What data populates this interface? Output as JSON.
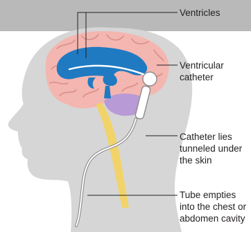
{
  "labels": {
    "ventricles": "Ventricles",
    "ventricular_catheter": "Ventricular\ncatheter",
    "catheter_tunneled": "Catheter lies\ntunneled under\nthe skin",
    "tube_empties": "Tube empties\ninto the chest or\nabdomen cavity"
  },
  "colors": {
    "head_silhouette": "#d6d6d6",
    "top_band": "#b9b9b9",
    "brain": "#f4b6b0",
    "brain_folds": "#d98e8a",
    "ventricles": "#1f7ac2",
    "cerebellum": "#b79ad6",
    "spinal_cord": "#f4d35e",
    "catheter": "#ffffff",
    "catheter_outline": "#8a8a8a",
    "leader_line": "#231f20"
  }
}
